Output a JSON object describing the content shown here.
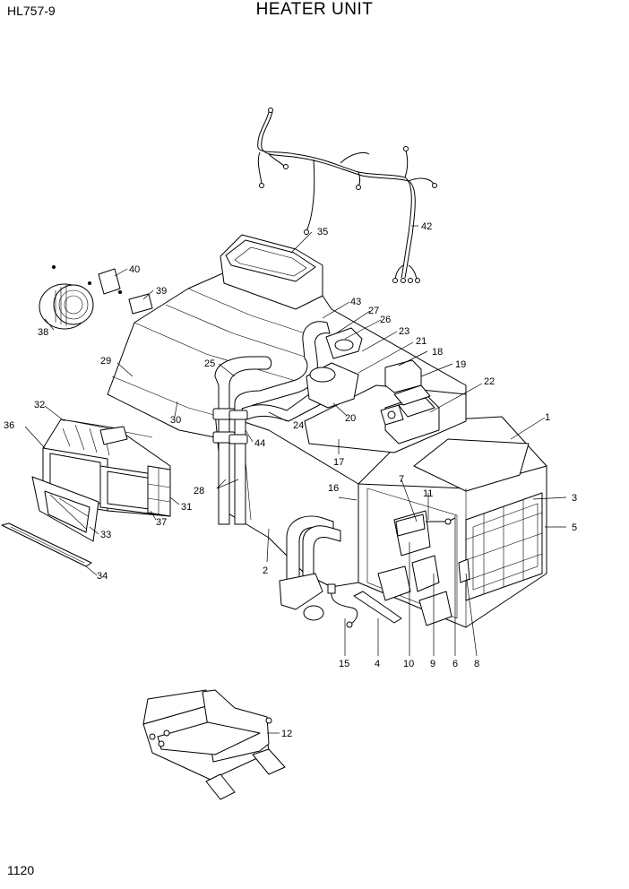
{
  "header": {
    "model": "HL757-9",
    "title": "HEATER UNIT"
  },
  "footer": {
    "page_number": "1120"
  },
  "callouts": [
    {
      "id": "c1",
      "label": "1"
    },
    {
      "id": "c2",
      "label": "2"
    },
    {
      "id": "c3",
      "label": "3"
    },
    {
      "id": "c4",
      "label": "4"
    },
    {
      "id": "c5",
      "label": "5"
    },
    {
      "id": "c6",
      "label": "6"
    },
    {
      "id": "c7",
      "label": "7"
    },
    {
      "id": "c8",
      "label": "8"
    },
    {
      "id": "c9",
      "label": "9"
    },
    {
      "id": "c10",
      "label": "10"
    },
    {
      "id": "c11",
      "label": "11"
    },
    {
      "id": "c12",
      "label": "12"
    },
    {
      "id": "c15",
      "label": "15"
    },
    {
      "id": "c16",
      "label": "16"
    },
    {
      "id": "c17",
      "label": "17"
    },
    {
      "id": "c18",
      "label": "18"
    },
    {
      "id": "c19",
      "label": "19"
    },
    {
      "id": "c20",
      "label": "20"
    },
    {
      "id": "c21",
      "label": "21"
    },
    {
      "id": "c22",
      "label": "22"
    },
    {
      "id": "c23",
      "label": "23"
    },
    {
      "id": "c24",
      "label": "24"
    },
    {
      "id": "c25",
      "label": "25"
    },
    {
      "id": "c26",
      "label": "26"
    },
    {
      "id": "c27",
      "label": "27"
    },
    {
      "id": "c28",
      "label": "28"
    },
    {
      "id": "c29",
      "label": "29"
    },
    {
      "id": "c30",
      "label": "30"
    },
    {
      "id": "c31",
      "label": "31"
    },
    {
      "id": "c32",
      "label": "32"
    },
    {
      "id": "c33",
      "label": "33"
    },
    {
      "id": "c34",
      "label": "34"
    },
    {
      "id": "c35",
      "label": "35"
    },
    {
      "id": "c36",
      "label": "36"
    },
    {
      "id": "c37",
      "label": "37"
    },
    {
      "id": "c38",
      "label": "38"
    },
    {
      "id": "c39",
      "label": "39"
    },
    {
      "id": "c40",
      "label": "40"
    },
    {
      "id": "c42",
      "label": "42"
    },
    {
      "id": "c43",
      "label": "43"
    },
    {
      "id": "c44",
      "label": "44"
    }
  ]
}
